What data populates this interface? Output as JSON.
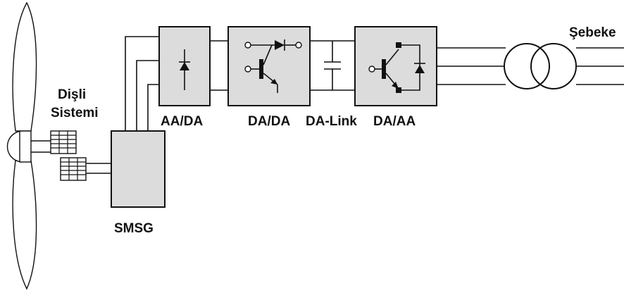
{
  "labels": {
    "gear_line1": "Dişli",
    "gear_line2": "Sistemi",
    "smsg": "SMSG",
    "ac_dc": "AA/DA",
    "dc_dc": "DA/DA",
    "dc_link": "DA-Link",
    "dc_ac": "DA/AA",
    "grid": "Şebeke"
  },
  "colors": {
    "box_fill": "#dcdcdc",
    "line": "#111111"
  }
}
